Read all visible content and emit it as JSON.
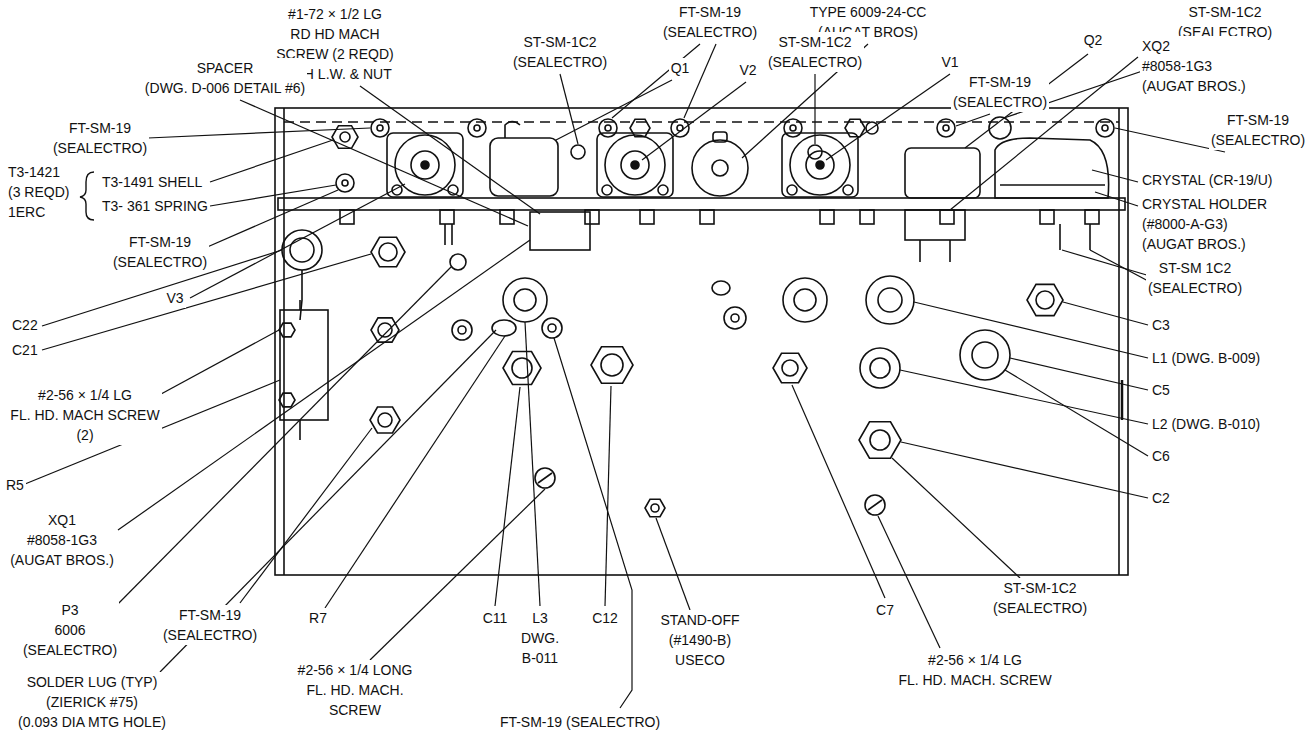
{
  "diagram": {
    "labels": [
      "#1-72 × 1/2 LG RD HD MACH SCREW (2 REQD) WITH L.W. & NUT",
      "FT-SM-19 (SEALECTRO)",
      "TYPE 6009-24-CC (AUGAT BROS)",
      "ST-SM-1C2 (SEALECTRO)",
      "ST-SM-1C2 (SEALECTRO)",
      "ST-SM-1C2 (SEALECTRO)",
      "SPACER (DWG. D-006 DETAIL #6)",
      "Q1",
      "V2",
      "V1",
      "Q2",
      "XQ2 #8058-1G3 (AUGAT BROS.)",
      "FT-SM-19 (SEALECTRO)",
      "FT-SM-19 (SEALECTRO)",
      "FT-SM-19 (SEALECTRO)",
      "T3-1421 (3 REQD) 1ERC",
      "T3-1491 SHELL",
      "T3- 361 SPRING",
      "FT-SM-19 (SEALECTRO)",
      "V3",
      "CRYSTAL (CR-19/U)",
      "CRYSTAL HOLDER (#8000-A-G3) (AUGAT BROS.)",
      "ST-SM 1C2 (SEALECTRO)",
      "C22",
      "C21",
      "C3",
      "L1 (DWG. B-009)",
      "C5",
      "L2 (DWG. B-010)",
      "C6",
      "C2",
      "#2-56 × 1/4 LG FL. HD. MACH SCREW (2)",
      "R5",
      "XQ1 #8058-1G3 (AUGAT BROS.)",
      "P3 6006 (SEALECTRO)",
      "FT-SM-19 (SEALECTRO)",
      "SOLDER LUG (TYP) (ZIERICK #75) (0.093 DIA MTG HOLE)",
      "R7",
      "#2-56 × 1/4 LONG FL. HD. MACH. SCREW",
      "C11",
      "L3 DWG. B-011",
      "C12",
      "STAND-OFF (#1490-B) USECO",
      "FT-SM-19 (SEALECTRO)",
      "#2-56 × 1/4 LG FL. HD. MACH. SCREW",
      "ST-SM-1C2 (SEALECTRO)",
      "C7"
    ]
  }
}
